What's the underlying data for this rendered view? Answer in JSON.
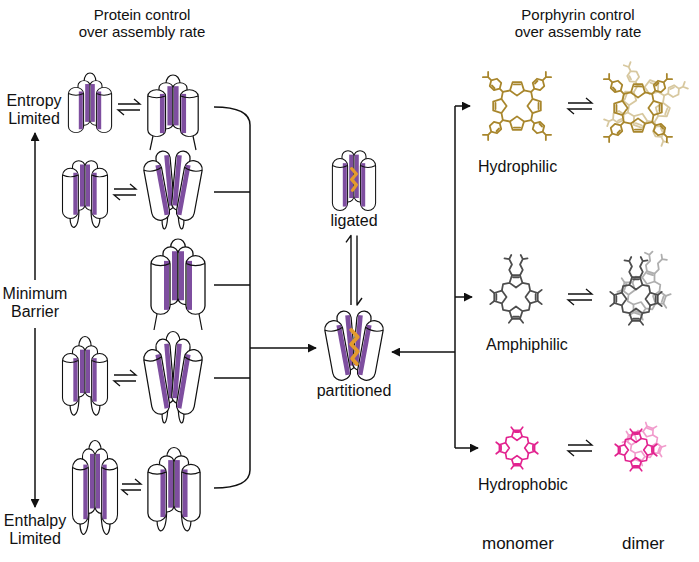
{
  "diagram": {
    "nodes": [
      {
        "text": [
          "ligated"
        ]
      },
      {
        "text": [
          "partitioned"
        ]
      }
    ],
    "edges": [
      {
        "from": 0,
        "to": 1,
        "arrow": "both"
      }
    ],
    "labels": [
      "Protein control over assembly rate",
      "Porphyrin control over assembly rate",
      "Entropy Limited",
      "Minimum Barrier",
      "Enthalpy Limited",
      "Hydrophilic",
      "Amphiphilic",
      "Hydrophobic",
      "monomer",
      "dimer"
    ]
  }
}
